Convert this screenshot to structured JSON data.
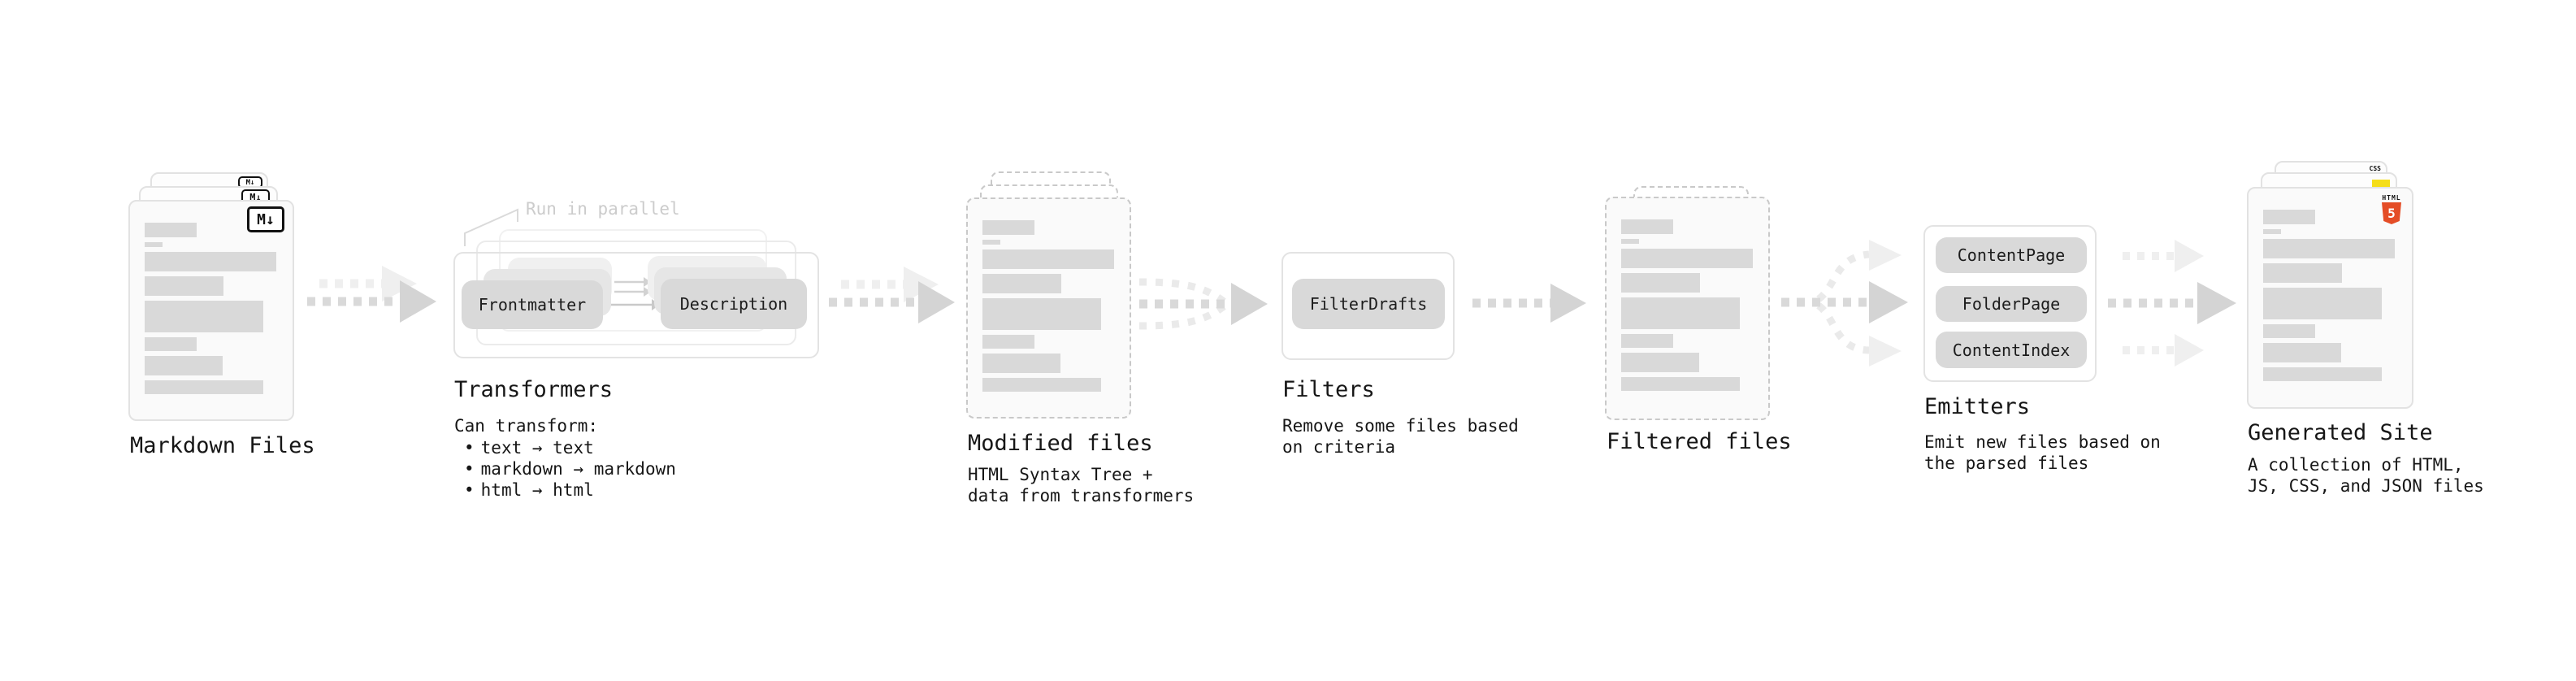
{
  "diagram": {
    "bullet_char": "•",
    "nodes": {
      "markdown": {
        "label": "Markdown Files",
        "icon": "M↓"
      },
      "transformers": {
        "label": "Transformers",
        "note": "Run in parallel",
        "pill_frontmatter": "Frontmatter",
        "pill_description": "Description",
        "desc_title": "Can transform:",
        "bullets": [
          "text → text",
          "markdown → markdown",
          "html → html"
        ]
      },
      "modified": {
        "label": "Modified files",
        "desc_lines": [
          "HTML Syntax Tree +",
          "data from transformers"
        ]
      },
      "filters": {
        "label": "Filters",
        "pill": "FilterDrafts",
        "desc_lines": [
          "Remove some files based",
          "on criteria"
        ]
      },
      "filtered": {
        "label": "Filtered files"
      },
      "emitters": {
        "label": "Emitters",
        "pills": [
          "ContentPage",
          "FolderPage",
          "ContentIndex"
        ],
        "desc_lines": [
          "Emit new files based on",
          "the parsed files"
        ]
      },
      "generated": {
        "label": "Generated Site",
        "desc_lines": [
          "A collection of HTML,",
          "JS, CSS, and JSON files"
        ],
        "icon_css_text": "CSS",
        "icon_html_text": "HTML",
        "icon_html_number": "5"
      }
    },
    "colors": {
      "html5_orange": "#e44d26",
      "js_yellow": "#f5de19",
      "css_blue": "#2962f2",
      "bar_gray": "#d9d9d9",
      "arrow_gray": "#d7d7d7",
      "arrow_faint": "#efefef"
    }
  }
}
